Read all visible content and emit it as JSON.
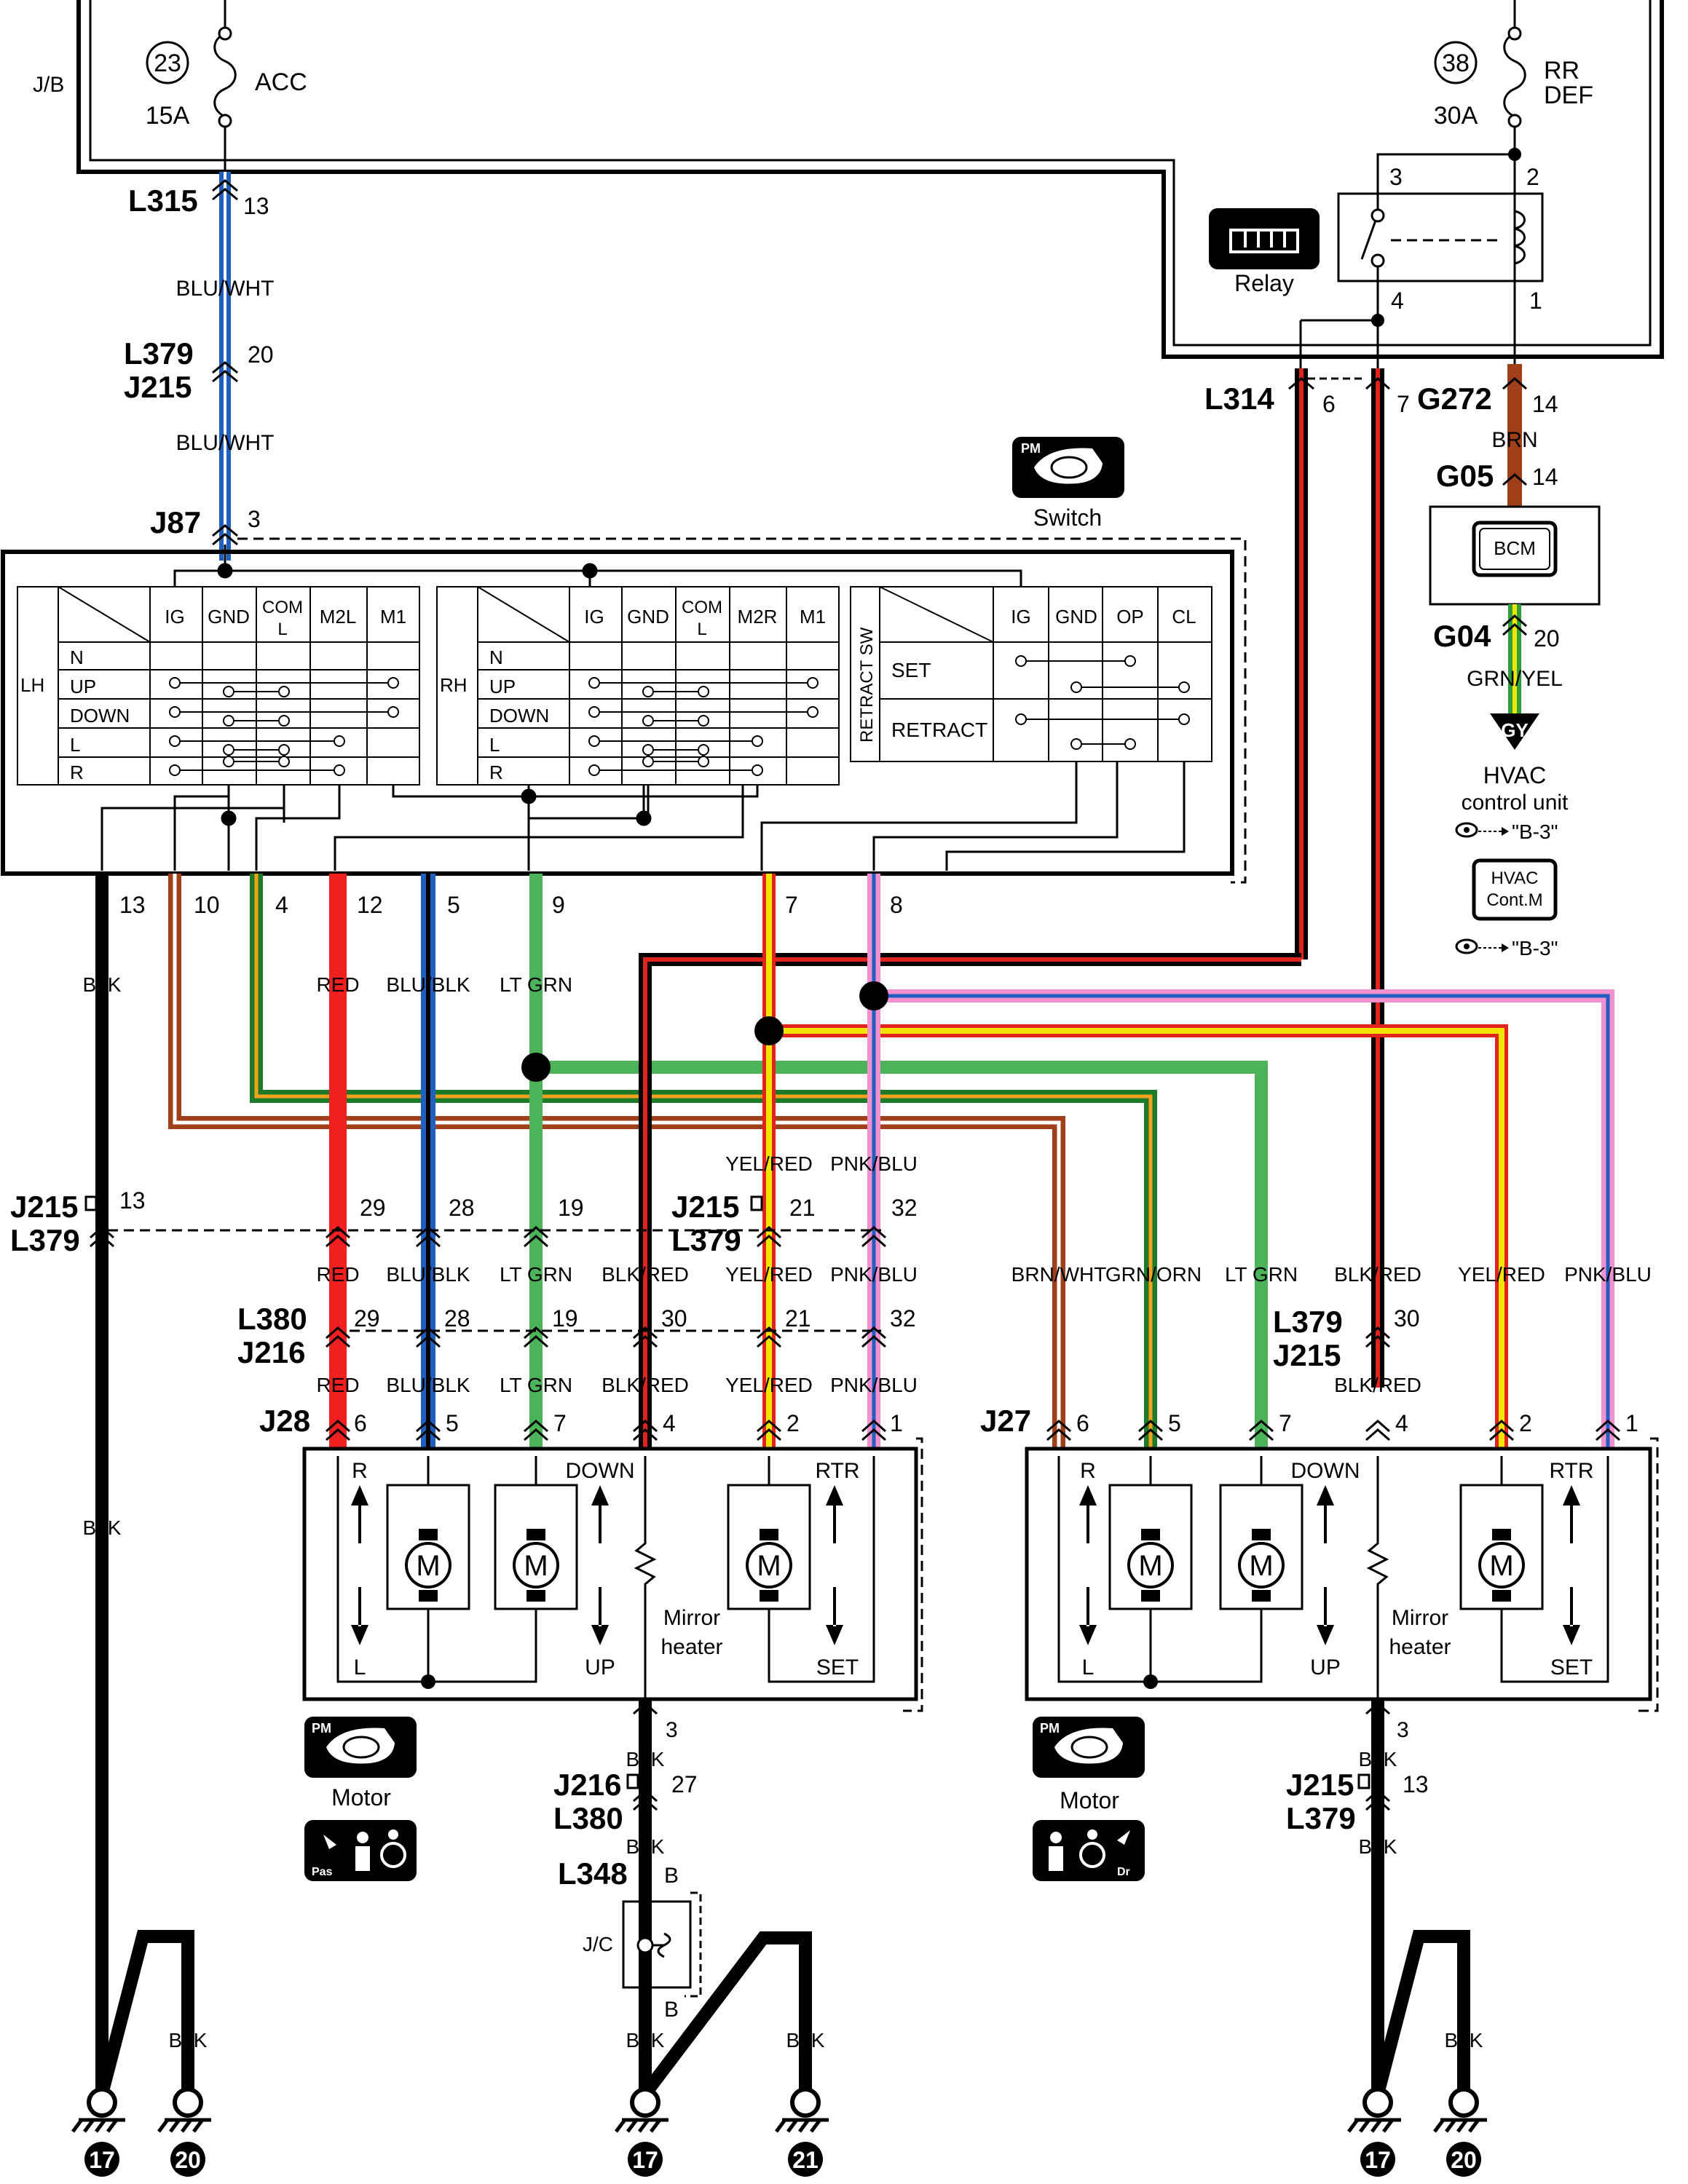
{
  "junction_block": {
    "label": "J/B",
    "fuse_acc": {
      "number": "23",
      "rating": "15A",
      "name": "ACC"
    },
    "fuse_def": {
      "number": "38",
      "rating": "30A",
      "name_line1": "RR",
      "name_line2": "DEF"
    }
  },
  "relay": {
    "label": "Relay",
    "pins": [
      "3",
      "2",
      "4",
      "1"
    ]
  },
  "connectors": {
    "L315": {
      "name": "L315",
      "pin": "13"
    },
    "L379_top": {
      "name1": "L379",
      "name2": "J215",
      "pin": "20"
    },
    "J87": {
      "name": "J87",
      "pin": "3"
    },
    "L314": {
      "name": "L314",
      "pin_a": "6",
      "pin_b": "7"
    },
    "G272": {
      "name": "G272",
      "pin": "14"
    },
    "G05": {
      "name": "G05",
      "pin": "14"
    },
    "G04": {
      "name": "G04",
      "pin": "20"
    },
    "J215_left": {
      "name1": "J215",
      "name2": "L379",
      "pins": [
        "13",
        "29",
        "28",
        "19"
      ]
    },
    "J215_mid": {
      "name1": "J215",
      "name2": "L379",
      "pins": [
        "21",
        "32"
      ]
    },
    "L380_J216": {
      "name1": "L380",
      "name2": "J216",
      "pins": [
        "29",
        "28",
        "19",
        "30",
        "21",
        "32"
      ]
    },
    "L379_J215_right": {
      "name1": "L379",
      "name2": "J215",
      "pin": "30"
    },
    "J28": {
      "name": "J28",
      "pins": [
        "6",
        "5",
        "7",
        "4",
        "2",
        "1"
      ]
    },
    "J27": {
      "name": "J27",
      "pins": [
        "6",
        "5",
        "7",
        "4",
        "2",
        "1"
      ]
    },
    "J216_L380_bot": {
      "name1": "J216",
      "name2": "L380",
      "pin": "27",
      "pin3": "3"
    },
    "J215_L379_bot": {
      "name1": "J215",
      "name2": "L379",
      "pin": "13",
      "pin3": "3"
    },
    "L348": {
      "name": "L348",
      "pin_top": "B",
      "pin_bottom": "B",
      "jc": "J/C"
    }
  },
  "wires": {
    "blu_wht": "BLU/WHT",
    "brn": "BRN",
    "grn_yel": "GRN/YEL",
    "blk": "BLK",
    "red": "RED",
    "blu_blk": "BLU/BLK",
    "lt_grn": "LT GRN",
    "blk_red": "BLK/RED",
    "yel_red": "YEL/RED",
    "pnk_blu": "PNK/BLU",
    "brn_wht": "BRN/WHT",
    "grn_orn": "GRN/ORN"
  },
  "switch_pins": [
    "13",
    "10",
    "4",
    "12",
    "5",
    "9",
    "7",
    "8"
  ],
  "bcm": {
    "label": "BCM"
  },
  "hvac": {
    "gy": "GY",
    "line1": "HVAC",
    "line2": "control unit",
    "ref": "\"B-3\"",
    "box1": "HVAC",
    "box2": "Cont.M",
    "ref2": "\"B-3\""
  },
  "switch": {
    "label": "Switch",
    "pm": "PM",
    "lh_table": {
      "side": "LH",
      "cols": [
        "IG",
        "GND",
        "COM",
        "L",
        "M2L",
        "M1"
      ],
      "rows": [
        "N",
        "UP",
        "DOWN",
        "L",
        "R"
      ]
    },
    "rh_table": {
      "side": "RH",
      "cols": [
        "IG",
        "GND",
        "COM",
        "L",
        "M2R",
        "M1"
      ],
      "rows": [
        "N",
        "UP",
        "DOWN",
        "L",
        "R"
      ]
    },
    "retract_table": {
      "side": "RETRACT SW",
      "cols": [
        "IG",
        "GND",
        "OP",
        "CL"
      ],
      "rows": [
        "SET",
        "RETRACT"
      ]
    }
  },
  "motor_left": {
    "r": "R",
    "l": "L",
    "down": "DOWN",
    "up": "UP",
    "rtr": "RTR",
    "set": "SET",
    "heater1": "Mirror",
    "heater2": "heater",
    "m": "M",
    "label": "Motor",
    "pas": "Pas"
  },
  "motor_right": {
    "r": "R",
    "l": "L",
    "down": "DOWN",
    "up": "UP",
    "rtr": "RTR",
    "set": "SET",
    "heater1": "Mirror",
    "heater2": "heater",
    "m": "M",
    "label": "Motor",
    "dr": "Dr"
  },
  "grounds": [
    "17",
    "20",
    "17",
    "21",
    "17",
    "20"
  ]
}
